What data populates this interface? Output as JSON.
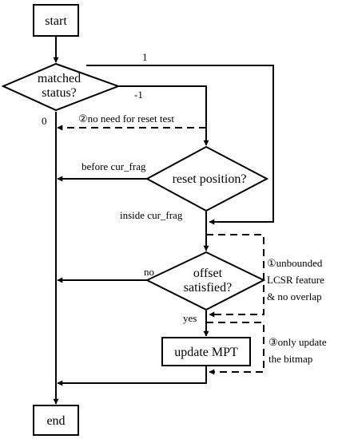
{
  "nodes": {
    "start": "start",
    "matched_status_line1": "matched",
    "matched_status_line2": "status?",
    "reset_position": "reset position?",
    "offset_line1": "offset",
    "offset_line2": "satisfied?",
    "update_mpt": "update MPT",
    "end": "end"
  },
  "edge_labels": {
    "one": "1",
    "minus_one": "-1",
    "zero": "0",
    "before_cur_frag": "before cur_frag",
    "inside_cur_frag": "inside cur_frag",
    "no": "no",
    "yes": "yes"
  },
  "annotations": {
    "note2": "②no need for reset test",
    "note1_line1": "①unbounded",
    "note1_line2": "LCSR feature",
    "note1_line3": "& no overlap",
    "note3_line1": "③only update",
    "note3_line2": "the bitmap"
  }
}
